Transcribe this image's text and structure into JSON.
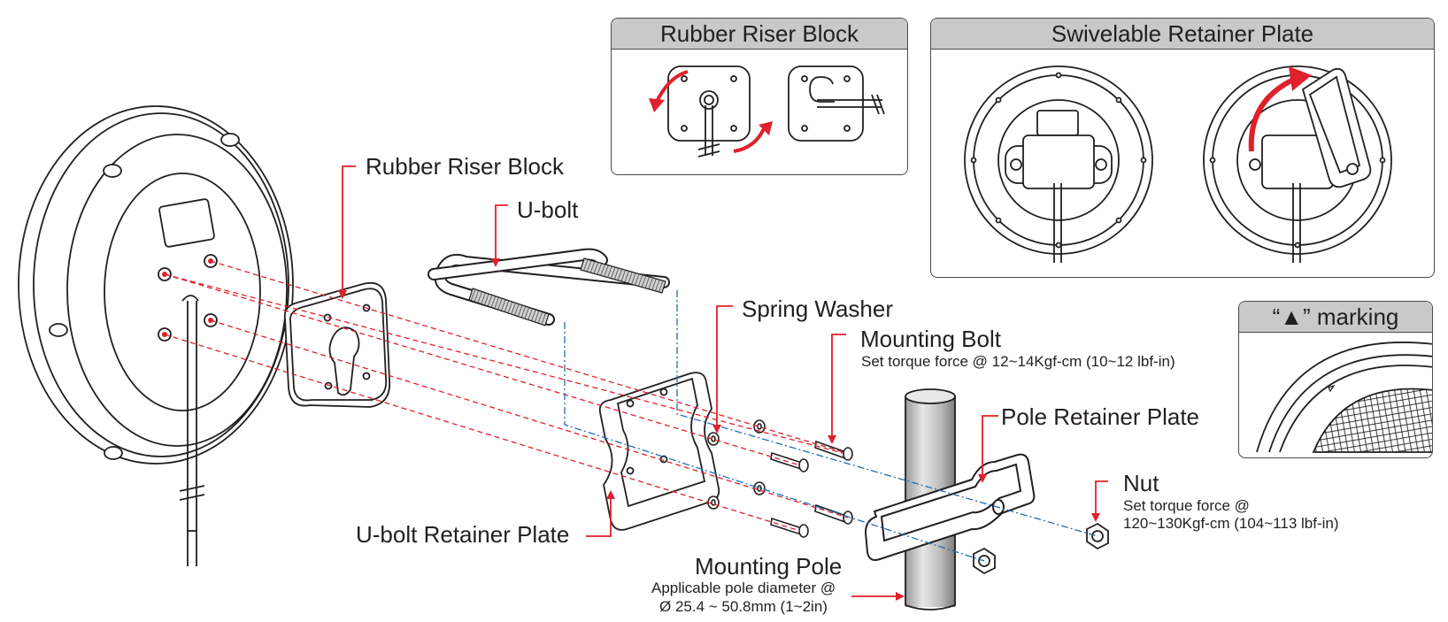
{
  "labels": {
    "rubber_riser_block": "Rubber Riser Block",
    "u_bolt": "U-bolt",
    "spring_washer": "Spring Washer",
    "mounting_bolt": "Mounting Bolt",
    "mounting_bolt_torque": "Set torque force @ 12~14Kgf-cm (10~12 lbf-in)",
    "pole_retainer_plate": "Pole Retainer Plate",
    "nut": "Nut",
    "nut_torque_1": "Set torque force @",
    "nut_torque_2": "120~130Kgf-cm (104~113 lbf-in)",
    "u_bolt_retainer_plate": "U-bolt Retainer Plate",
    "mounting_pole": "Mounting Pole",
    "pole_diameter_1": "Applicable pole diameter @",
    "pole_diameter_2": "Ø 25.4 ~ 50.8mm  (1~2in)"
  },
  "panels": {
    "rubber_riser_block": "Rubber Riser Block",
    "swivelable_retainer_plate": "Swivelable Retainer Plate",
    "marking": "“▲” marking"
  },
  "colors": {
    "callout_red": "#e0202a",
    "guide_red_dashed": "#e0202a",
    "guide_blue_dashdot": "#1f6fb4",
    "line": "#231f20",
    "panel_header": "#c9c9c9"
  }
}
